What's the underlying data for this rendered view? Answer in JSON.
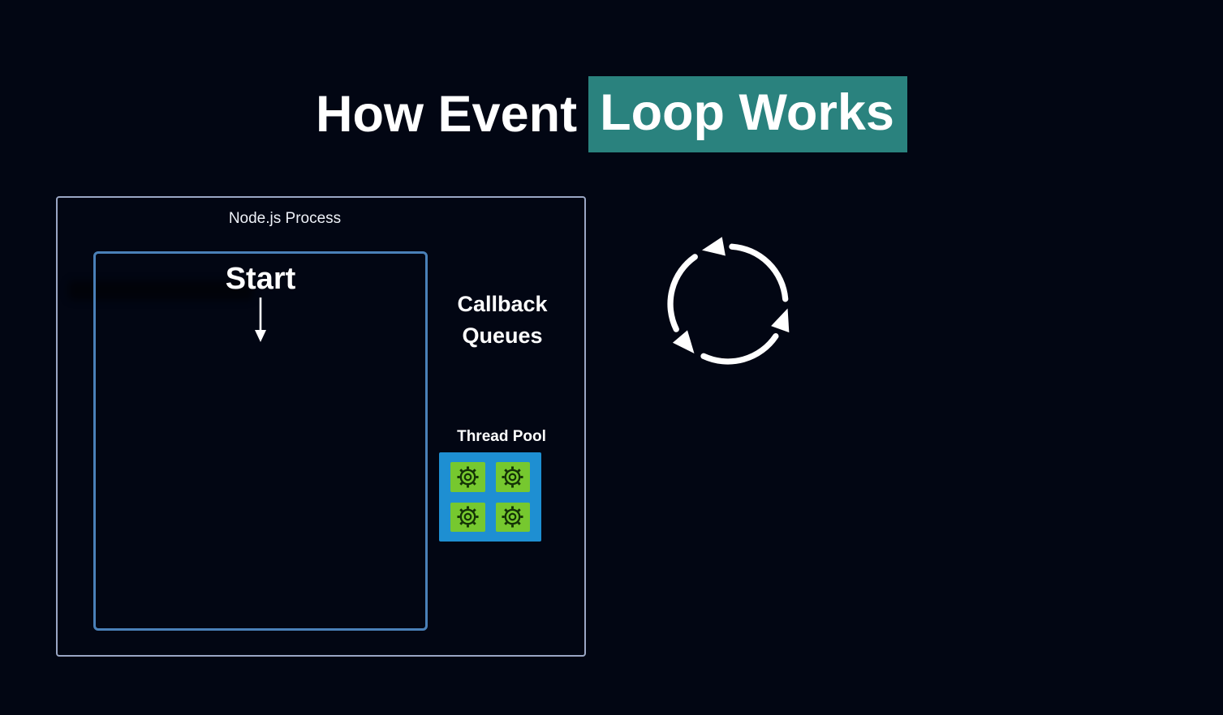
{
  "title": {
    "plain": "How Event",
    "highlighted": "Loop Works"
  },
  "colors": {
    "background": "#020613",
    "title_text": "#ffffff",
    "title_highlight": "#2a827e",
    "process_box_border": "#9aa6c4",
    "main_thread_box_border": "#4a80b8",
    "thread_pool_box": "#1e8fd2",
    "thread_cell": "#76c82f",
    "gear": "#143207",
    "diagram_white": "#ffffff"
  },
  "process_box": {
    "label": "Node.js Process"
  },
  "main_thread_box": {
    "start_label": "Start",
    "arrow_icon": "down-arrow-icon"
  },
  "callback_queues": {
    "label": "Callback Queues"
  },
  "thread_pool": {
    "label": "Thread Pool",
    "thread_count": 4,
    "cell_icon": "gear-icon"
  },
  "event_loop": {
    "icon": "cycle-arrows-icon",
    "direction": "counterclockwise"
  }
}
